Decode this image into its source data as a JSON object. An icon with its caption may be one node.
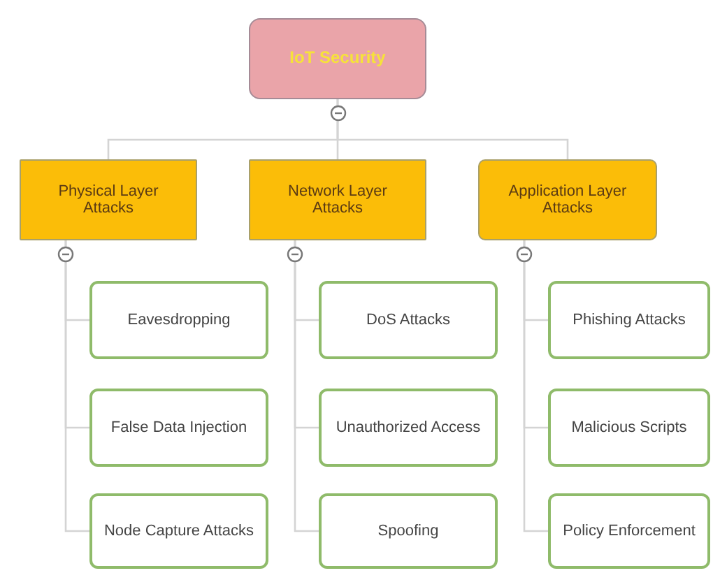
{
  "diagram": {
    "nodes": [
      {
        "text": [
          "IoT Security"
        ]
      },
      {
        "text": [
          "Physical Layer Attacks"
        ]
      },
      {
        "text": [
          "Network Layer Attacks"
        ]
      },
      {
        "text": [
          "Application Layer Attacks"
        ]
      },
      {
        "text": [
          "Eavesdropping"
        ]
      },
      {
        "text": [
          "False Data Injection"
        ]
      },
      {
        "text": [
          "Node Capture Attacks"
        ]
      },
      {
        "text": [
          "DoS Attacks"
        ]
      },
      {
        "text": [
          "Unauthorized Access"
        ]
      },
      {
        "text": [
          "Spoofing"
        ]
      },
      {
        "text": [
          "Phishing Attacks"
        ]
      },
      {
        "text": [
          "Malicious Scripts"
        ]
      },
      {
        "text": [
          "Policy Enforcement"
        ]
      }
    ],
    "edges": [
      {
        "from": 0,
        "to": 1,
        "arrow": "none"
      },
      {
        "from": 0,
        "to": 2,
        "arrow": "none"
      },
      {
        "from": 0,
        "to": 3,
        "arrow": "none"
      },
      {
        "from": 1,
        "to": 4,
        "arrow": "none"
      },
      {
        "from": 1,
        "to": 5,
        "arrow": "none"
      },
      {
        "from": 1,
        "to": 6,
        "arrow": "none"
      },
      {
        "from": 2,
        "to": 7,
        "arrow": "none"
      },
      {
        "from": 2,
        "to": 8,
        "arrow": "none"
      },
      {
        "from": 2,
        "to": 9,
        "arrow": "none"
      },
      {
        "from": 3,
        "to": 10,
        "arrow": "none"
      },
      {
        "from": 3,
        "to": 11,
        "arrow": "none"
      },
      {
        "from": 3,
        "to": 12,
        "arrow": "none"
      }
    ]
  }
}
